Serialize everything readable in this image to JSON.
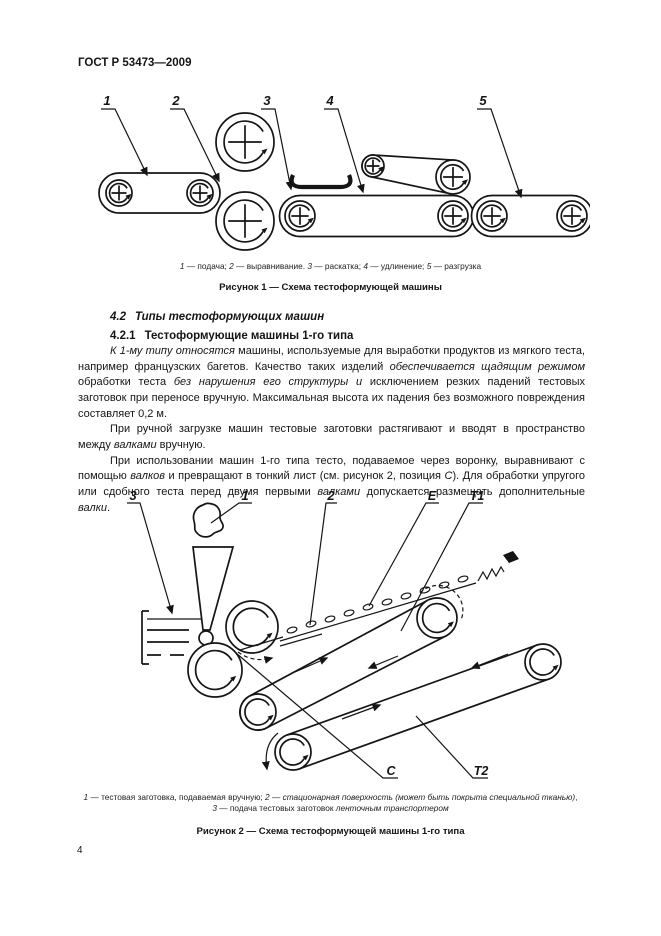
{
  "page": {
    "header": "ГОСТ Р 53473—2009",
    "page_number": "4"
  },
  "figure1": {
    "labels": [
      "1",
      "2",
      "3",
      "4",
      "5"
    ],
    "caption_segments": [
      {
        "t": "1",
        "i": true
      },
      {
        "t": " — подача; ",
        "i": false
      },
      {
        "t": "2",
        "i": true
      },
      {
        "t": " — выравнивание. ",
        "i": false
      },
      {
        "t": "3",
        "i": true
      },
      {
        "t": " — раскатка; ",
        "i": false
      },
      {
        "t": "4",
        "i": true
      },
      {
        "t": " — удлинение; ",
        "i": false
      },
      {
        "t": "5",
        "i": true
      },
      {
        "t": " — разгрузка",
        "i": false
      }
    ],
    "title": "Рисунок 1 — Схема тестоформующей машины"
  },
  "sections": {
    "h42": {
      "num": "4.2",
      "label": "Типы тестоформующих машин"
    },
    "h421": {
      "num": "4.2.1",
      "label": "Тестоформующие машины 1-го типа"
    }
  },
  "paragraphs": [
    [
      {
        "t": "К 1-му типу относятся",
        "i": true
      },
      {
        "t": " машины, используемые для выработки продуктов из мягкого теста, например французских багетов. Качество таких изделий ",
        "i": false
      },
      {
        "t": "обеспечивается щадящим режимом",
        "i": true
      },
      {
        "t": " обработки теста ",
        "i": false
      },
      {
        "t": "без нарушения его структуры и",
        "i": true
      },
      {
        "t": " исключением резких падений тестовых заготовок при переносе вручную. Максимальная высота их падения без возможного повреждения составляет 0,2 м.",
        "i": false
      }
    ],
    [
      {
        "t": "При ручной загрузке машин тестовые заготовки растягивают и вводят в пространство между ",
        "i": false
      },
      {
        "t": "валками",
        "i": true
      },
      {
        "t": " вручную.",
        "i": false
      }
    ],
    [
      {
        "t": "При использовании машин 1-го типа тесто, подаваемое через воронку, выравнивают с помощью ",
        "i": false
      },
      {
        "t": "валков",
        "i": true
      },
      {
        "t": " и превращают в тонкий лист (см. рисунок 2, позиция ",
        "i": false
      },
      {
        "t": "С",
        "i": true
      },
      {
        "t": "). Для обработки упругого или сдобного теста перед двумя первыми ",
        "i": false
      },
      {
        "t": "валками",
        "i": true
      },
      {
        "t": " допускается размещать дополнительные ",
        "i": false
      },
      {
        "t": "валки",
        "i": true
      },
      {
        "t": ".",
        "i": false
      }
    ]
  ],
  "figure2": {
    "labels": {
      "n3": "3",
      "n1": "1",
      "n2": "2",
      "e": "Е",
      "t1": "Т1",
      "c": "С",
      "t2": "Т2"
    },
    "caption_line1_segments": [
      {
        "t": "1",
        "i": true
      },
      {
        "t": " — тестовая заготовка, подаваемая вручную; ",
        "i": false
      },
      {
        "t": "2",
        "i": true
      },
      {
        "t": " — ",
        "i": false
      },
      {
        "t": "стационарная поверхность (может быть покрыта специальной тканью)",
        "i": true
      },
      {
        "t": ",",
        "i": false
      }
    ],
    "caption_line2_segments": [
      {
        "t": "3",
        "i": true
      },
      {
        "t": " — подача тестовых заготовок ",
        "i": false
      },
      {
        "t": "ленточным транспортером",
        "i": true
      }
    ],
    "title": "Рисунок 2 — Схема тестоформующей машины 1-го типа"
  }
}
